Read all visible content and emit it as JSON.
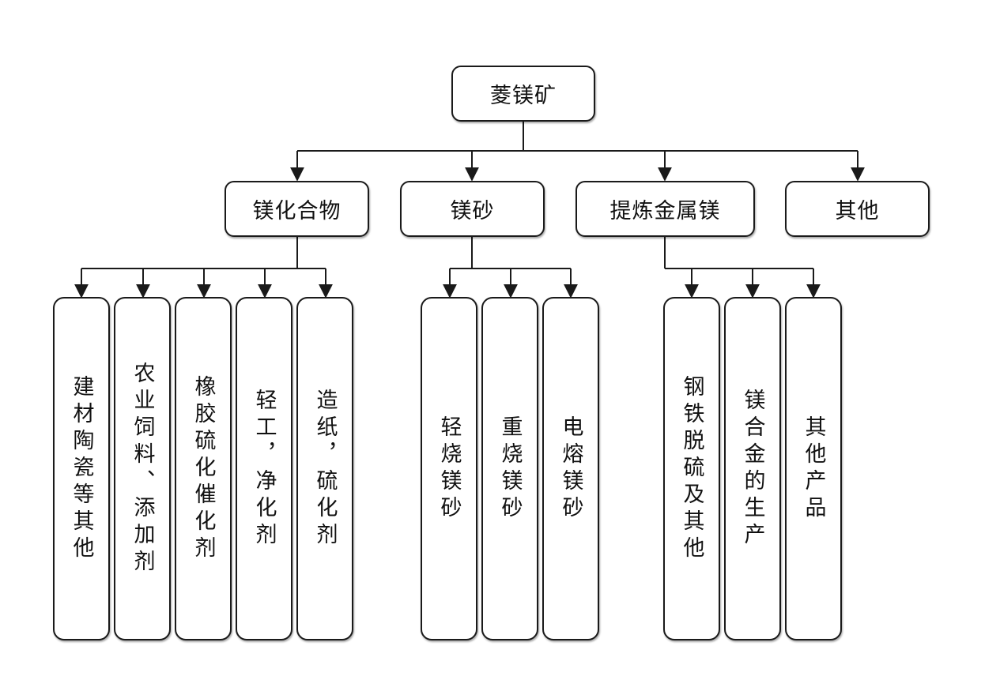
{
  "root": {
    "label": "菱镁矿"
  },
  "categories": [
    {
      "label": "镁化合物",
      "children": [
        "建材陶瓷等其他",
        "农业饲料、添加剂",
        "橡胶硫化催化剂",
        "轻工，净化剂",
        "造纸，硫化剂"
      ]
    },
    {
      "label": "镁砂",
      "children": [
        "轻烧镁砂",
        "重烧镁砂",
        "电熔镁砂"
      ]
    },
    {
      "label": "提炼金属镁",
      "children": [
        "钢铁脱硫及其他",
        "镁合金的生产",
        "其他产品"
      ]
    },
    {
      "label": "其他",
      "children": []
    }
  ],
  "colors": {
    "stroke": "#1a1a1a",
    "fill": "#ffffff"
  }
}
